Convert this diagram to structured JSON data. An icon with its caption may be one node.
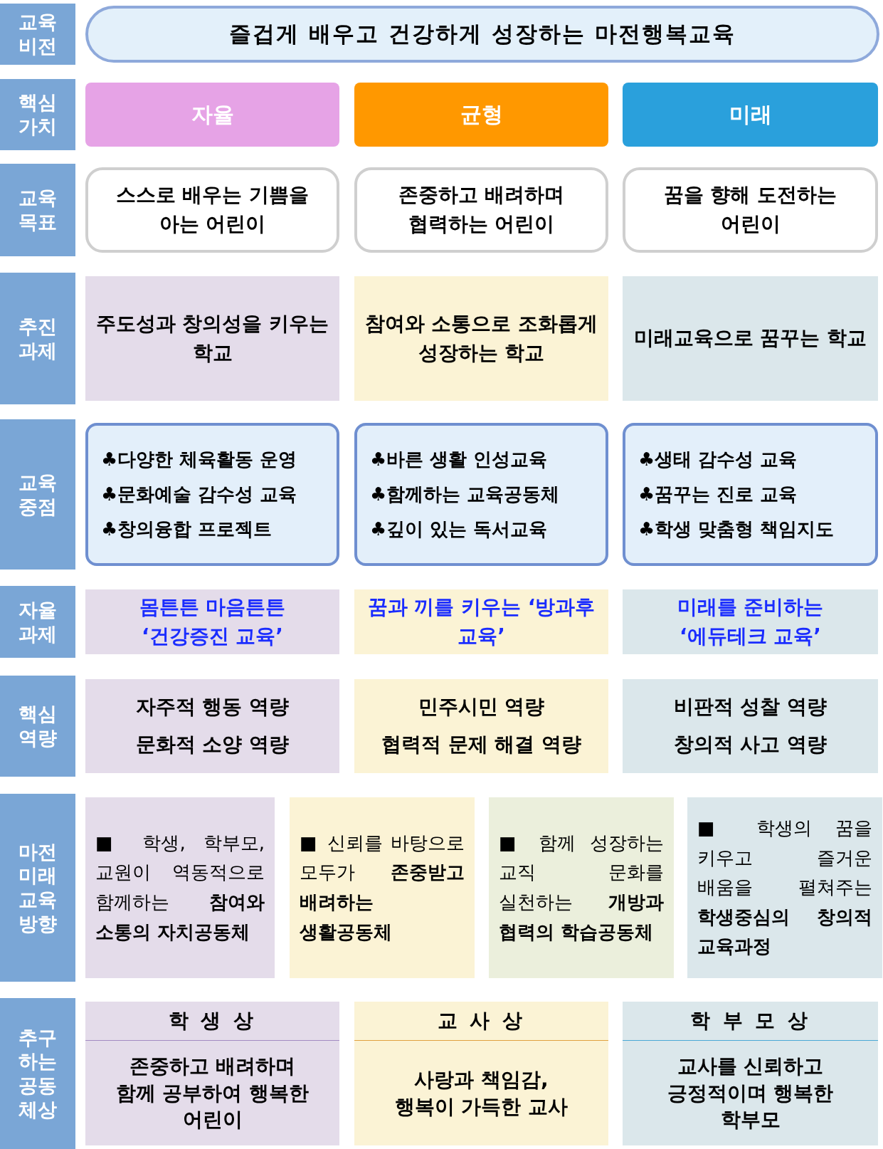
{
  "diagram": {
    "nodes": [
      {
        "text": [
          "교육 비전"
        ]
      },
      {
        "text": [
          "즐겁게 배우고 건강하게 성장하는 마전행복교육"
        ]
      },
      {
        "text": [
          "핵심 가치"
        ]
      },
      {
        "text": [
          "자율"
        ]
      },
      {
        "text": [
          "균형"
        ]
      },
      {
        "text": [
          "미래"
        ]
      },
      {
        "text": [
          "교육 목표"
        ]
      },
      {
        "text": [
          "스스로 배우는 기쁨을 아는 어린이"
        ]
      },
      {
        "text": [
          "존중하고 배려하며 협력하는 어린이"
        ]
      },
      {
        "text": [
          "꿈을 향해 도전하는 어린이"
        ]
      },
      {
        "text": [
          "추진 과제"
        ]
      },
      {
        "text": [
          "주도성과 창의성을 키우는 학교"
        ]
      },
      {
        "text": [
          "참여와 소통으로 조화롭게 성장하는 학교"
        ]
      },
      {
        "text": [
          "미래교육으로 꿈꾸는 학교"
        ]
      },
      {
        "text": [
          "교육 중점"
        ]
      },
      {
        "text": [
          "♣다양한 체육활동 운영",
          "♣문화예술 감수성 교육",
          "♣창의융합 프로젝트"
        ]
      },
      {
        "text": [
          "♣바른 생활 인성교육",
          "♣함께하는 교육공동체",
          "♣깊이 있는 독서교육"
        ]
      },
      {
        "text": [
          "♣생태 감수성 교육",
          "♣꿈꾸는 진로 교육",
          "♣학생 맞춤형 책임지도"
        ]
      },
      {
        "text": [
          "자율 과제"
        ]
      },
      {
        "text": [
          "몸튼튼 마음튼튼 ‘건강증진 교육’"
        ]
      },
      {
        "text": [
          "꿈과 끼를 키우는 ‘방과후 교육’"
        ]
      },
      {
        "text": [
          "미래를 준비하는 ‘에듀테크 교육’"
        ]
      },
      {
        "text": [
          "핵심 역량"
        ]
      },
      {
        "text": [
          "자주적 행동 역량",
          "문화적 소양 역량"
        ]
      },
      {
        "text": [
          "민주시민 역량",
          "협력적 문제 해결 역량"
        ]
      },
      {
        "text": [
          "비판적 성찰 역량",
          "창의적 사고 역량"
        ]
      },
      {
        "text": [
          "마전 미래 교육 방향"
        ]
      },
      {
        "text": [
          "■ 학생, 학부모, 교원이 역동적으로 함께하는 **참여와 소통의 자치공동체**"
        ]
      },
      {
        "text": [
          "■ 신뢰를 바탕으로 모두가 **존중받고 배려하는 생활공동체**"
        ]
      },
      {
        "text": [
          "■ 함께 성장하는 교직 문화를 실천하는 **개방과 협력의 학습공동체**"
        ]
      },
      {
        "text": [
          "■ 학생의 꿈을 키우고 즐거운 배움을 펼쳐주는 **학생중심의 창의적 교육과정**"
        ]
      },
      {
        "text": [
          "추구 하는 공동 체상"
        ]
      },
      {
        "text": [
          "학 생 상",
          "존중하고 배려하며 함께 공부하여 행복한 어린이"
        ]
      },
      {
        "text": [
          "교 사 상",
          "사랑과 책임감, 행복이 가득한 교사"
        ]
      },
      {
        "text": [
          "학 부 모 상",
          "교사를 신뢰하고 긍정적이며 행복한 학부모"
        ]
      }
    ],
    "edges": []
  }
}
